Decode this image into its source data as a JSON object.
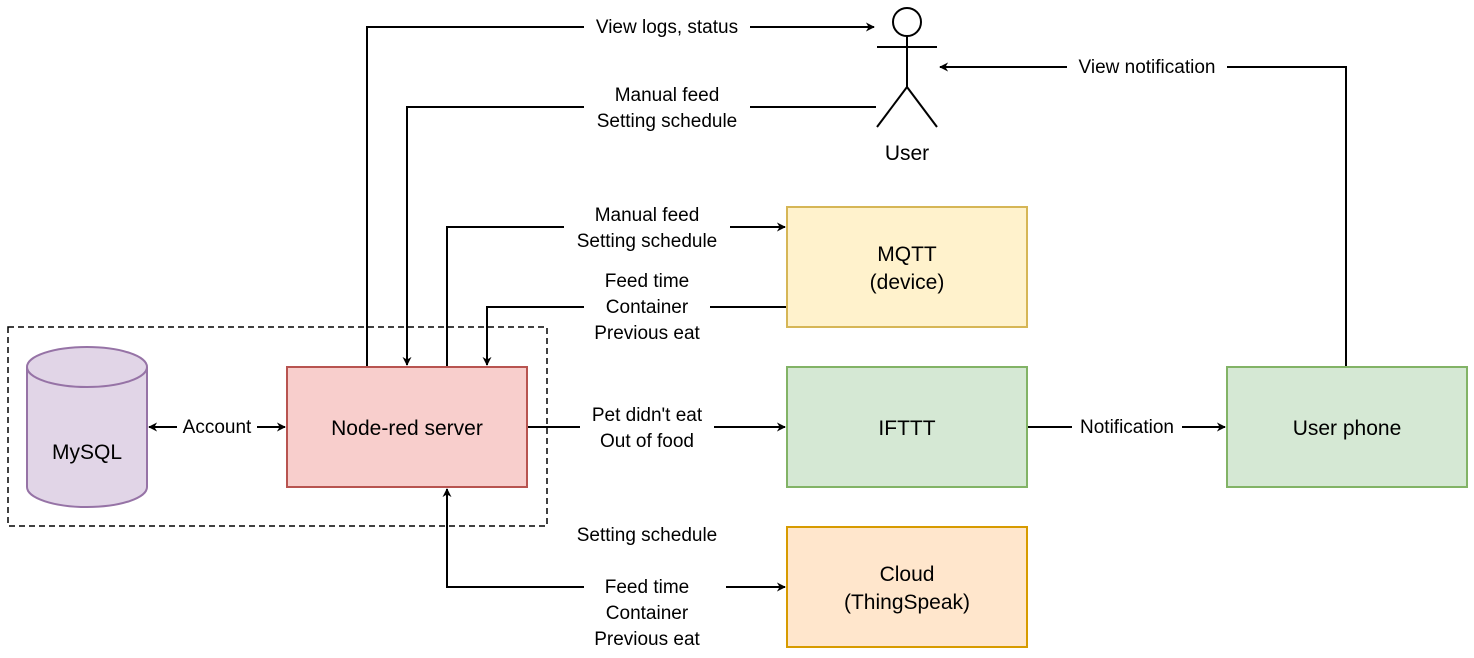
{
  "nodes": {
    "user": {
      "label": "User"
    },
    "mysql": {
      "label": "MySQL",
      "fill": "#e1d5e7",
      "stroke": "#9673a6"
    },
    "node_red": {
      "label": "Node-red server",
      "fill": "#f8cecc",
      "stroke": "#b85450"
    },
    "mqtt": {
      "line1": "MQTT",
      "line2": "(device)",
      "fill": "#fff2cc",
      "stroke": "#d6b656"
    },
    "ifttt": {
      "label": "IFTTT",
      "fill": "#d5e8d4",
      "stroke": "#82b366"
    },
    "user_phone": {
      "label": "User phone",
      "fill": "#d5e8d4",
      "stroke": "#82b366"
    },
    "cloud": {
      "line1": "Cloud",
      "line2": "(ThingSpeak)",
      "fill": "#ffe6cc",
      "stroke": "#d79b00"
    }
  },
  "edges": {
    "view_logs": "View logs, status",
    "view_notification": "View notification",
    "user_to_server": [
      "Manual feed",
      "Setting schedule"
    ],
    "server_to_mqtt": [
      "Manual feed",
      "Setting schedule"
    ],
    "mqtt_to_server": [
      "Feed time",
      "Container",
      "Previous eat"
    ],
    "account": "Account",
    "server_to_ifttt": [
      "Pet didn't eat",
      "Out of food"
    ],
    "notification": "Notification",
    "server_to_cloud": "Setting schedule",
    "cloud_to_server": [
      "Feed time",
      "Container",
      "Previous eat"
    ]
  }
}
